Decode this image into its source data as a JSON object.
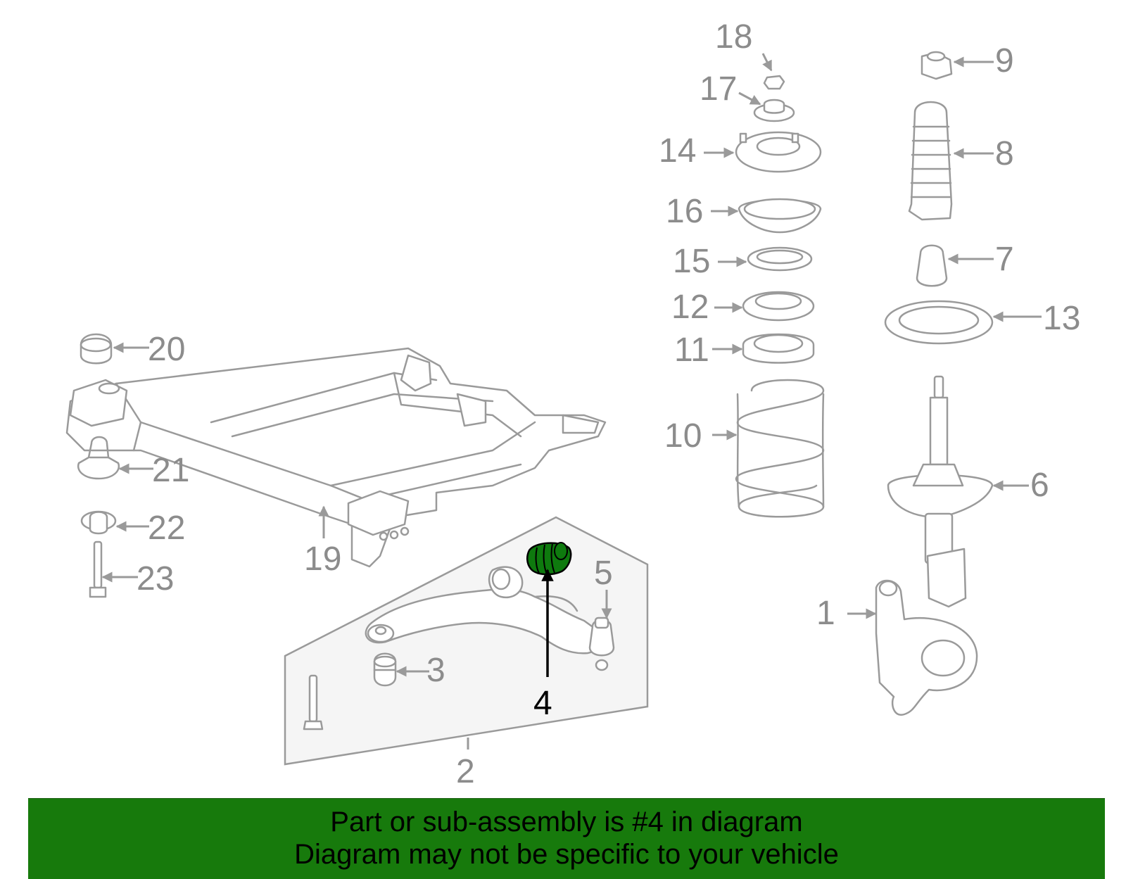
{
  "diagram": {
    "callouts": {
      "c1": "1",
      "c2": "2",
      "c3": "3",
      "c4": "4",
      "c5": "5",
      "c6": "6",
      "c7": "7",
      "c8": "8",
      "c9": "9",
      "c10": "10",
      "c11": "11",
      "c12": "12",
      "c13": "13",
      "c14": "14",
      "c15": "15",
      "c16": "16",
      "c17": "17",
      "c18": "18",
      "c19": "19",
      "c20": "20",
      "c21": "21",
      "c22": "22",
      "c23": "23"
    },
    "highlighted_part": "4",
    "colors": {
      "highlight": "#0e7a0e",
      "banner": "#177a0c",
      "line_art": "#9a9a9a",
      "panel": "#f5f5f5"
    }
  },
  "footer": {
    "line1": "Part or sub-assembly is #4 in diagram",
    "line2": "Diagram may not be specific to your vehicle"
  }
}
